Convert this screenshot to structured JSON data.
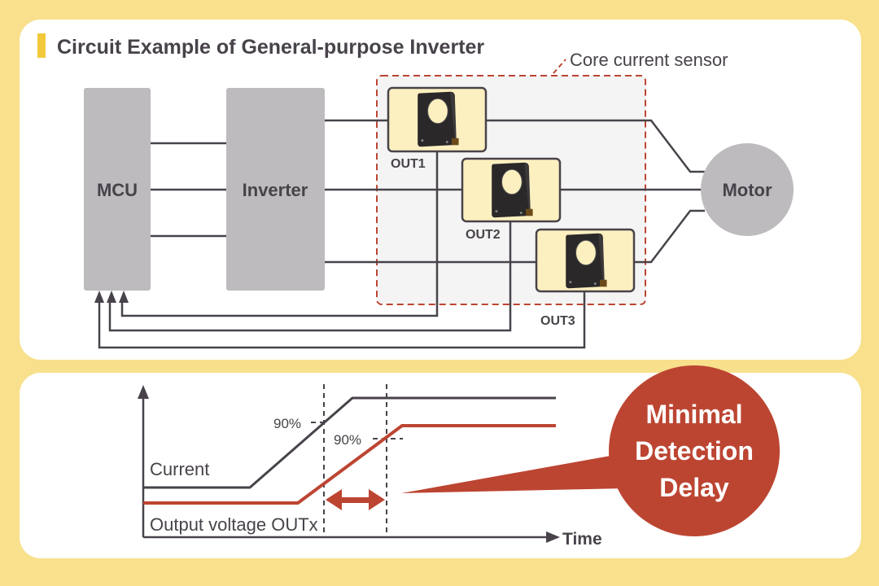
{
  "title": "Circuit Example of General-purpose Inverter",
  "colors": {
    "background": "#f8e08c",
    "panel": "#ffffff",
    "accent_bar": "#f2c93a",
    "block_gray": "#bdbbbe",
    "line_dark": "#48434a",
    "highlight_red": "#bc4532",
    "sensor_box_fill": "#fdf0c0",
    "sensor_area_fill": "#f4f4f4"
  },
  "diagram": {
    "blocks": [
      {
        "id": "mcu",
        "label": "MCU"
      },
      {
        "id": "inverter",
        "label": "Inverter"
      },
      {
        "id": "motor",
        "label": "Motor"
      }
    ],
    "sensor_group_label": "Core current sensor",
    "sensors": [
      {
        "id": "sensor1",
        "output_label": "OUT1"
      },
      {
        "id": "sensor2",
        "output_label": "OUT2"
      },
      {
        "id": "sensor3",
        "output_label": "OUT3"
      }
    ]
  },
  "timing": {
    "current_label": "Current",
    "output_label": "Output voltage OUTx",
    "threshold_label_1": "90%",
    "threshold_label_2": "90%",
    "x_axis_label": "Time",
    "callout_lines": [
      "Minimal",
      "Detection",
      "Delay"
    ]
  }
}
